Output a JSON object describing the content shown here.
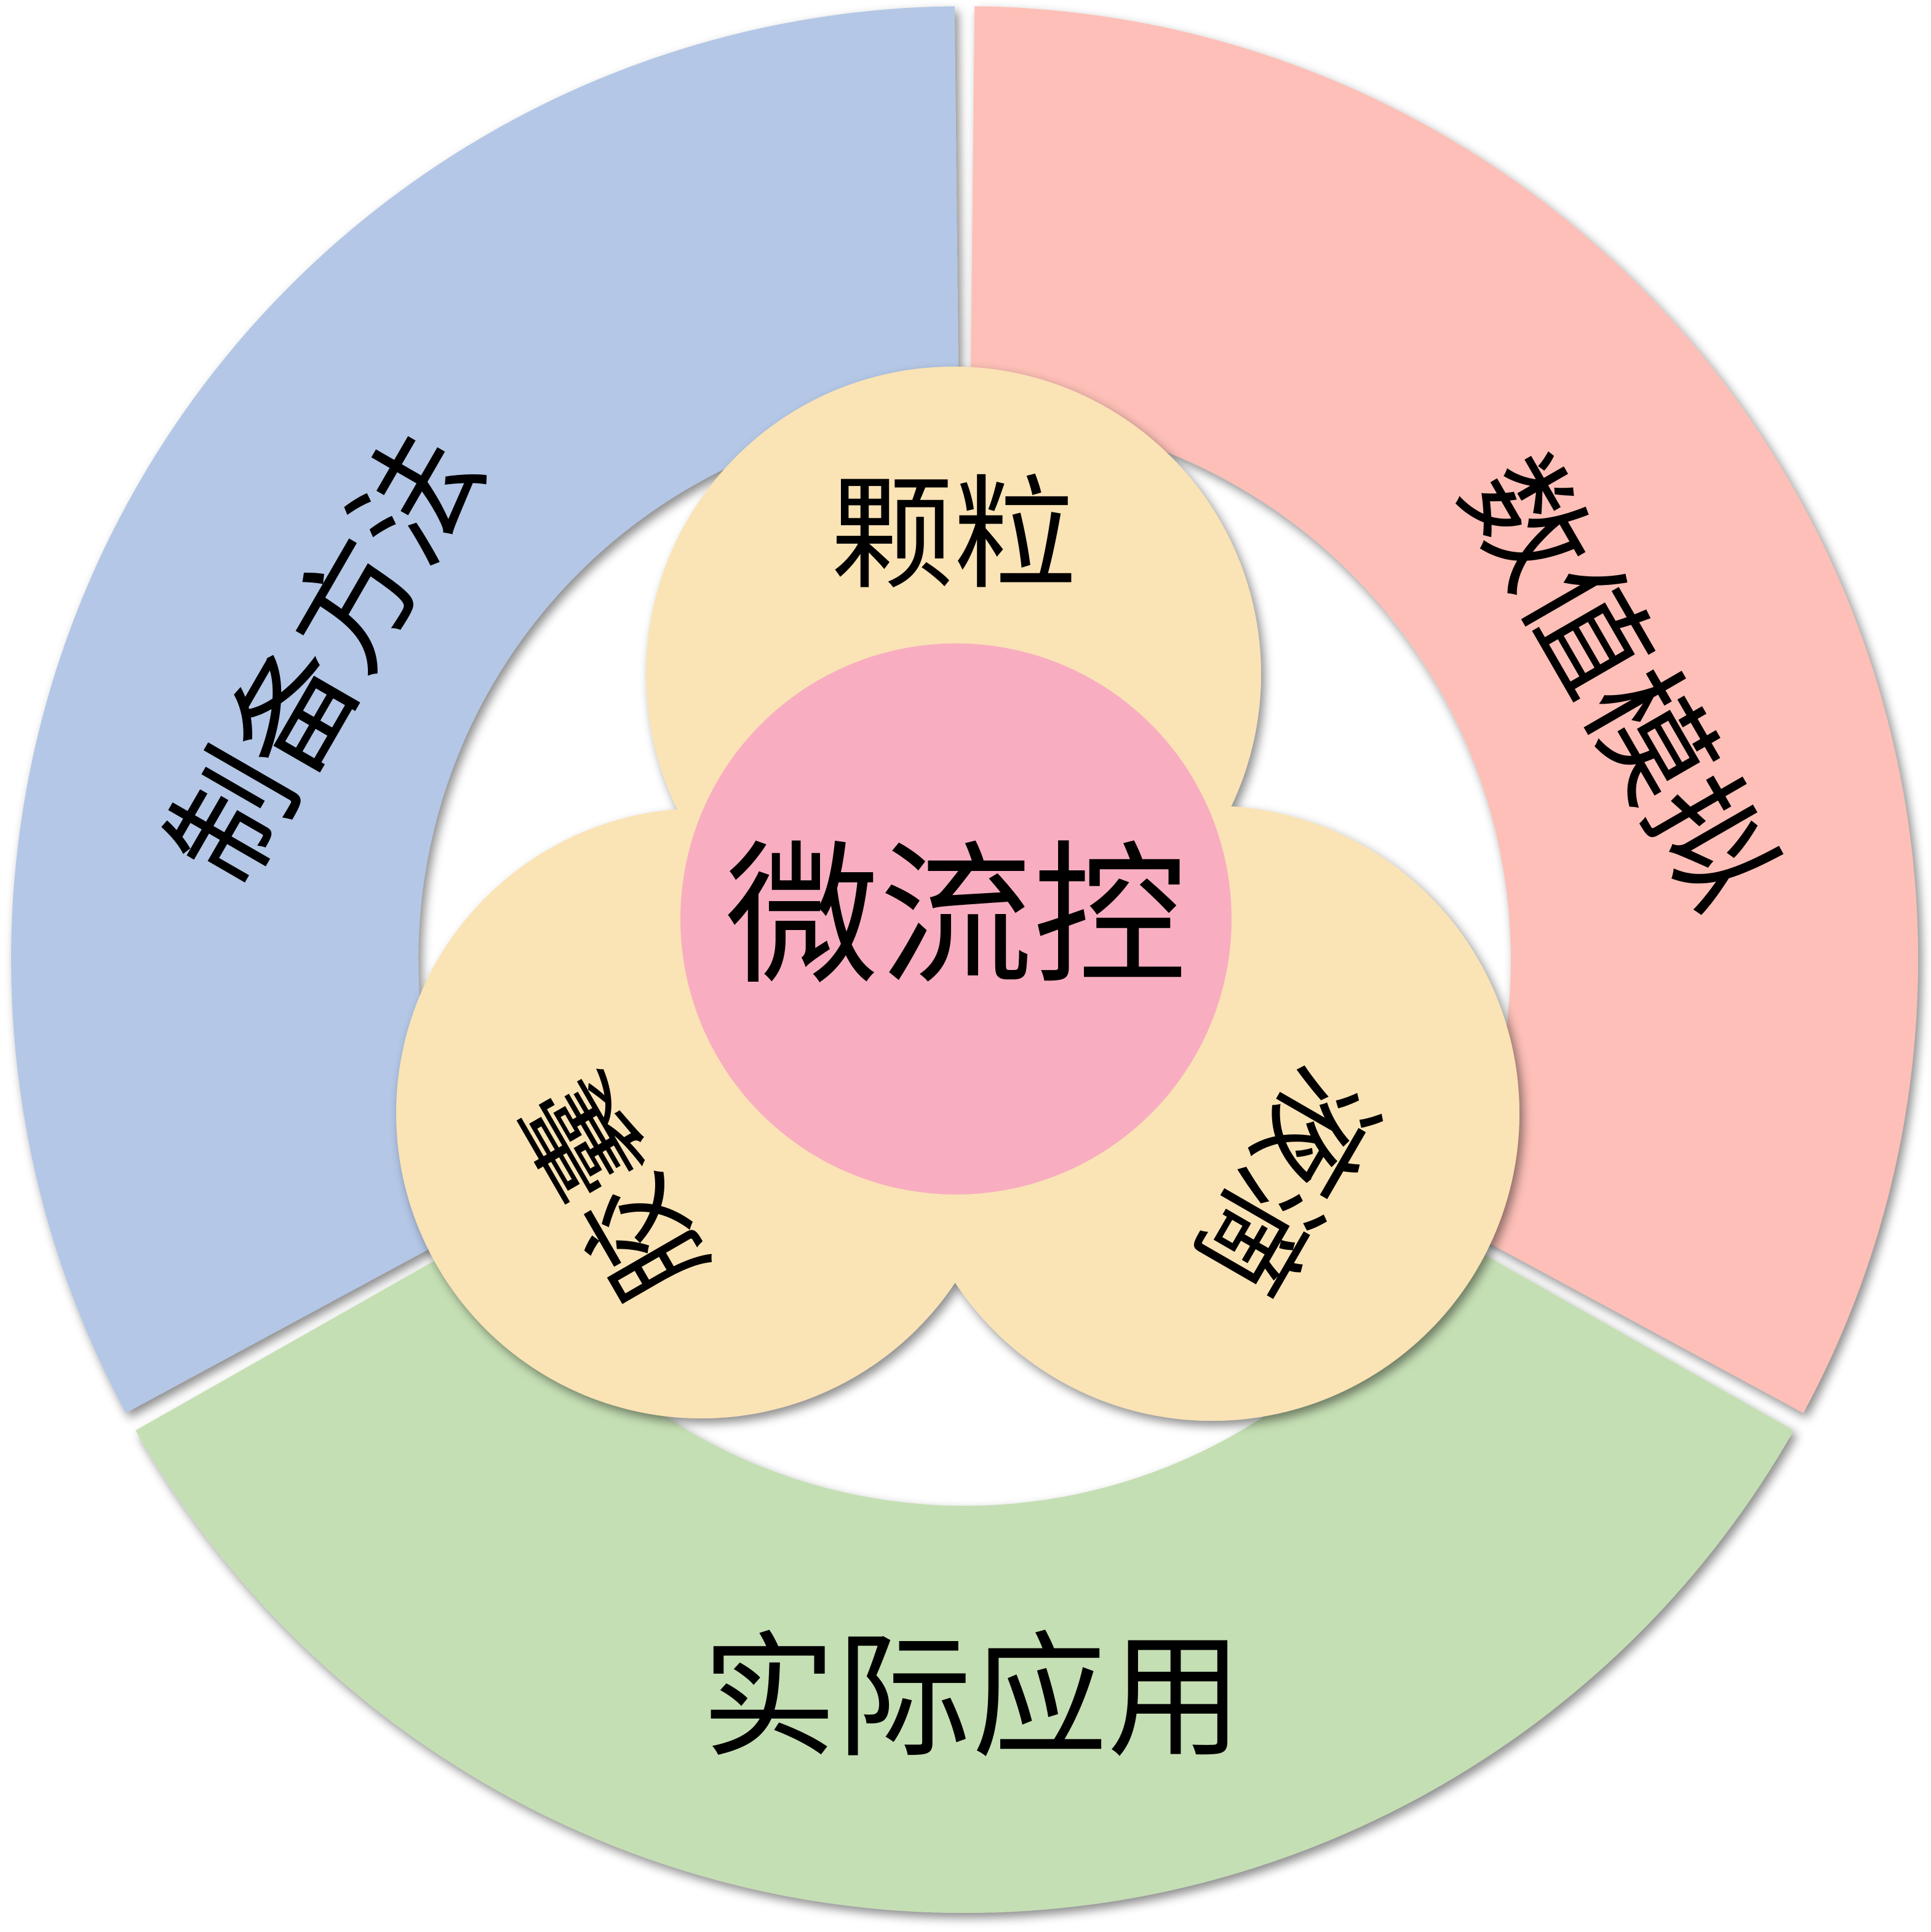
{
  "center": {
    "label": "微流控",
    "color": "#f8aec0"
  },
  "inner_circles": [
    {
      "label": "颗粒",
      "color": "#fae3b5"
    },
    {
      "label": "胶囊",
      "color": "#fae3b5"
    },
    {
      "label": "液滴",
      "color": "#fae3b5"
    }
  ],
  "ring_segments": [
    {
      "label": "制备方法",
      "color": "#b4c7e6"
    },
    {
      "label": "数值模拟",
      "color": "#fdbfb7"
    },
    {
      "label": "实际应用",
      "color": "#c5dfb4"
    }
  ]
}
